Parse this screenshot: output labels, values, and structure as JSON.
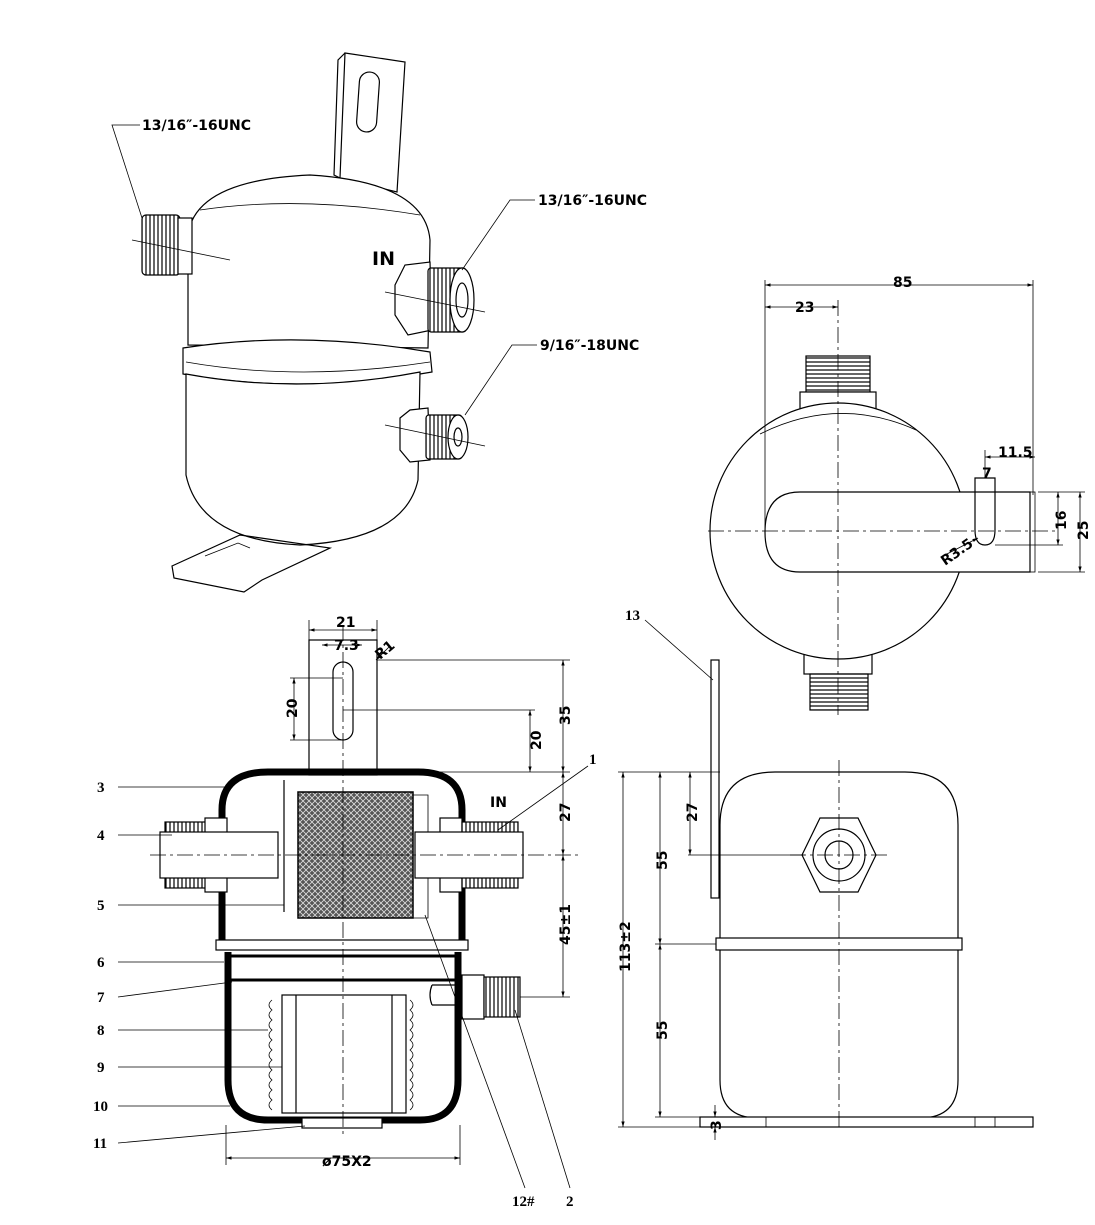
{
  "iso_view": {
    "thread_top_left": "13/16″-16UNC",
    "thread_top_right": "13/16″-16UNC",
    "thread_lower_right": "9/16″-18UNC",
    "inlet_mark": "IN"
  },
  "top_view": {
    "dim_overall_width": "85",
    "dim_center_offset": "23",
    "dim_slot_length": "11.5",
    "dim_slot_width": "7",
    "dim_slot_center": "16",
    "dim_bracket_width": "25",
    "dim_radius": "R3.5"
  },
  "section_view": {
    "dim_bracket_width": "21",
    "dim_slot_width": "7.3",
    "dim_radius": "R1",
    "dim_slot_length": "20",
    "dim_slot_offset": "20",
    "dim_bracket_height": "35",
    "dim_inlet_height": "27",
    "dim_outlet_height": "45±1",
    "dim_diameter": "ø75X2",
    "inlet_mark": "IN",
    "callouts_left": [
      "3",
      "4",
      "5",
      "6",
      "7",
      "8",
      "9",
      "10",
      "11"
    ],
    "callouts_right": [
      "1"
    ],
    "callouts_bottom": [
      "12#",
      "2"
    ]
  },
  "side_view": {
    "dim_total_height": "113±2",
    "dim_upper_height": "55",
    "dim_lower_height": "55",
    "dim_port_height": "27",
    "dim_base_thickness": "3",
    "callout_bracket": "13"
  }
}
